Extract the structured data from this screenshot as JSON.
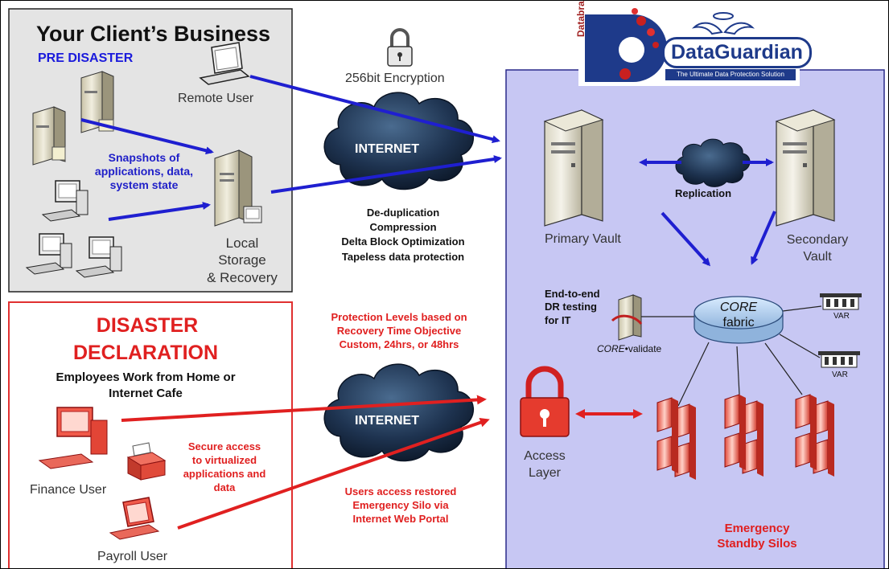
{
  "client_box": {
    "title": "Your Client’s Business",
    "subtitle": "PRE DISASTER",
    "remote_user": "Remote User",
    "snapshots": [
      "Snapshots of",
      "applications, data,",
      "system state"
    ],
    "local_storage": [
      "Local",
      "Storage",
      "& Recovery"
    ]
  },
  "encryption": "256bit Encryption",
  "internet_top": "INTERNET",
  "internet_bottom": "INTERNET",
  "features": [
    "De-duplication",
    "Compression",
    "Delta Block Optimization",
    "Tapeless data protection"
  ],
  "protection_levels": [
    "Protection Levels based on",
    "Recovery Time Objective",
    "Custom, 24hrs, or 48hrs"
  ],
  "disaster_box": {
    "title_line1": "DISASTER",
    "title_line2": "DECLARATION",
    "subtitle": [
      "Employees Work from Home or",
      "Internet Cafe"
    ],
    "secure_access": [
      "Secure access",
      "to virtualized",
      "applications and",
      "data"
    ],
    "finance_user": "Finance User",
    "payroll_user": "Payroll User"
  },
  "users_access": [
    "Users access restored",
    "Emergency Silo via",
    "Internet Web Portal"
  ],
  "vault_area": {
    "primary_vault": "Primary Vault",
    "secondary_vault": [
      "Secondary",
      "Vault"
    ],
    "replication": "Replication",
    "dr_testing": [
      "End-to-end",
      "DR testing",
      "for IT"
    ],
    "core_validate_core": "CORE",
    "core_validate_rest": "•validate",
    "core_fabric": [
      "CORE",
      "fabric"
    ],
    "var_1": "VAR",
    "var_2": "VAR",
    "access_layer": [
      "Access",
      "Layer"
    ],
    "emergency": [
      "Emergency",
      "Standby Silos"
    ]
  },
  "logo": {
    "side_text": "Databranch",
    "brand": "DataGuardian",
    "tagline": "The Ultimate Data Protection Solution"
  },
  "colors": {
    "blue_arrow": "#1f1fd0",
    "red_arrow": "#e02020",
    "vault_panel": "#c7c7f3",
    "client_panel": "#e4e4e4",
    "title_navy": "#1a1a8c"
  },
  "icons": [
    "lock-icon",
    "laptop-icon",
    "server-icon",
    "desktop-icon",
    "printer-icon",
    "cloud-icon",
    "database-icon",
    "building-icon",
    "padlock-icon"
  ]
}
